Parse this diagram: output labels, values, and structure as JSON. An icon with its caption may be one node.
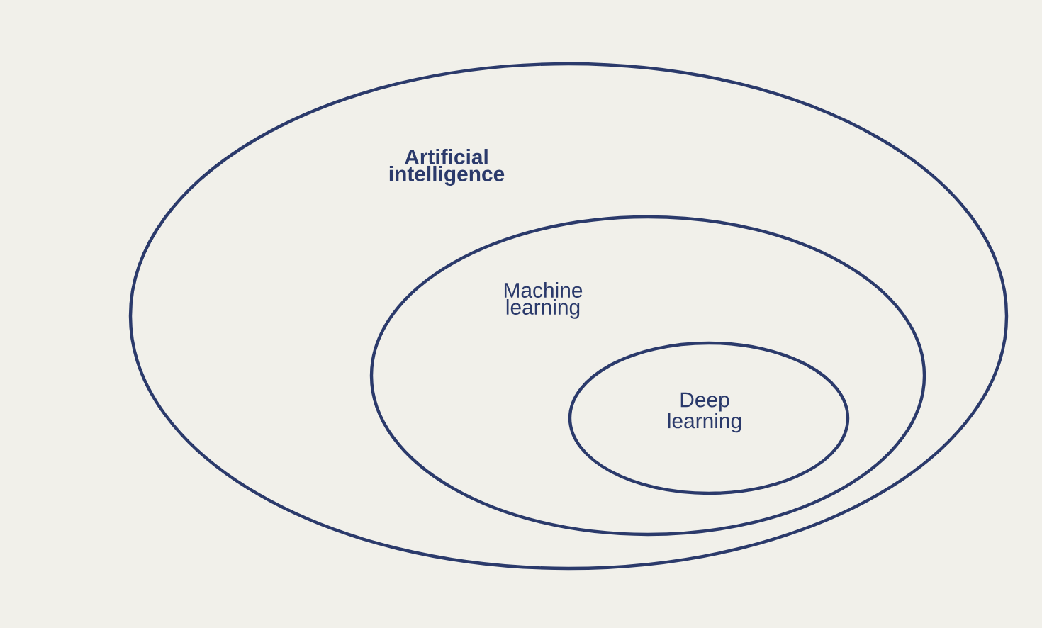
{
  "diagram": {
    "nodes": [
      {
        "text": [
          "Artificial intelligence"
        ]
      },
      {
        "text": [
          "Machine learning"
        ],
        "in": 0
      },
      {
        "text": [
          "Deep learning"
        ],
        "in": 1
      }
    ]
  }
}
